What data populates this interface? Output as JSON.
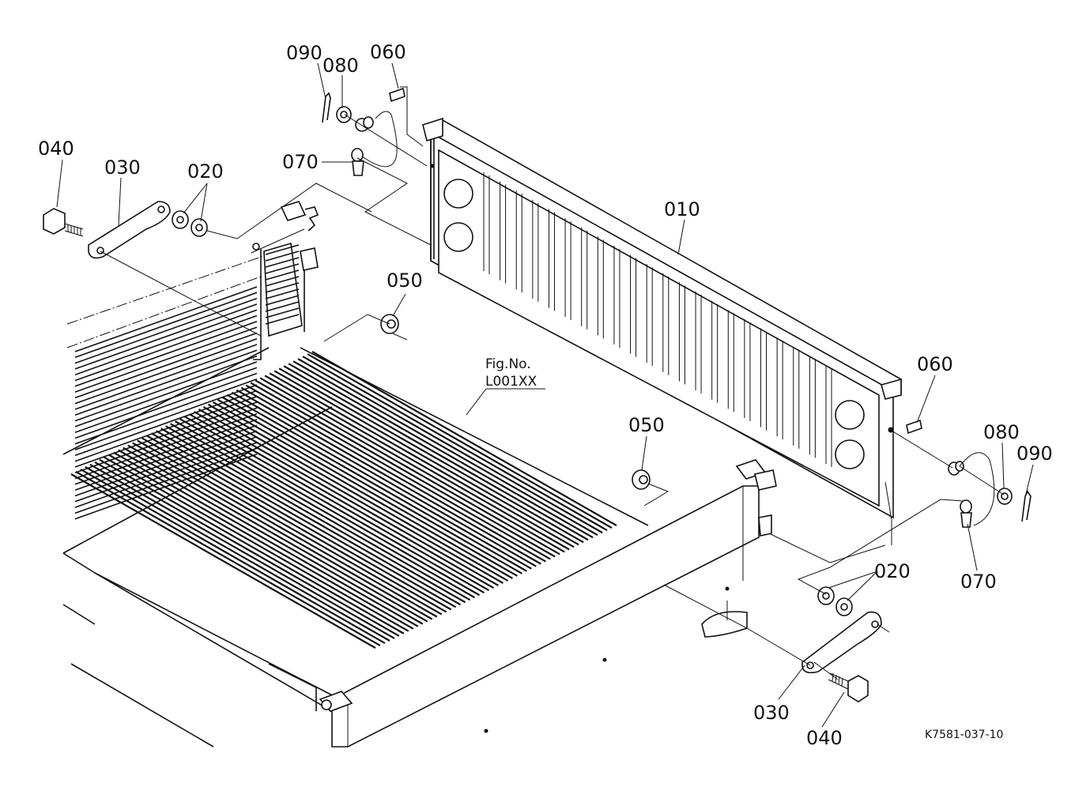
{
  "figure": {
    "fig_ref_line1": "Fig.No.",
    "fig_ref_line2": "L001XX",
    "drawing_code": "K7581-037-10"
  },
  "callouts": {
    "tailgate": "010",
    "washer_left": "020",
    "washer_right": "020",
    "link_left": "030",
    "link_right": "030",
    "bolt_left": "040",
    "bolt_right": "040",
    "nut_upper": "050",
    "nut_lower": "050",
    "cushion_left": "060",
    "cushion_right": "060",
    "pin_left": "070",
    "pin_right": "070",
    "washer_pin_left": "080",
    "washer_pin_right": "080",
    "cotter_left": "090",
    "cotter_right": "090"
  }
}
